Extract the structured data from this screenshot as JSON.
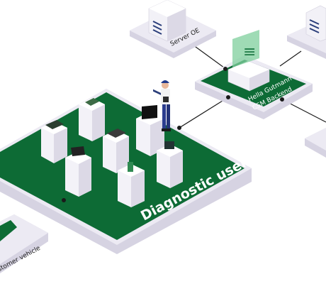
{
  "nodes": {
    "server_oe": {
      "label": "Server OE"
    },
    "backend": {
      "line1": "Hella Gutmann",
      "line2": "CSM Backend"
    },
    "platform": {
      "label": "Diagnostic user"
    },
    "vehicle": {
      "label": "Customer vehicle"
    }
  },
  "colors": {
    "green": "#0d6b35",
    "green_dark": "#0a5a2b",
    "slab": "#eceaf3",
    "slab_side": "#d6d3e2",
    "pedestal": "#f3f2f8",
    "pedestal_side": "#dcd9e6",
    "connector": "#1a1a1a"
  }
}
